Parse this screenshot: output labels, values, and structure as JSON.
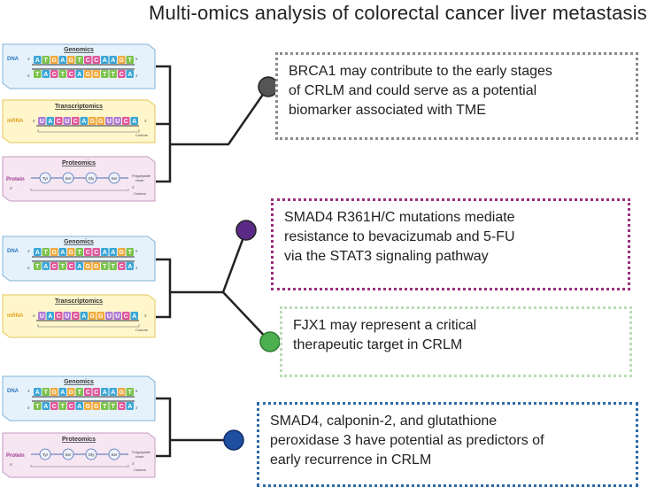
{
  "title": "Multi-omics analysis of colorectal cancer liver metastasis",
  "colors": {
    "genomics_bg": "#e6f2fb",
    "genomics_border": "#7fb3d9",
    "transcriptomics_bg": "#fff6cc",
    "transcriptomics_border": "#e6c65a",
    "proteomics_bg": "#f6e6f2",
    "proteomics_border": "#c69ac0",
    "connector": "#222222",
    "dot_gray": "#555555",
    "dot_purple": "#5b2a86",
    "dot_green": "#4caf50",
    "dot_blue": "#1f4fa0"
  },
  "panels": {
    "genomics": {
      "title": "Genomics",
      "side": "DNA",
      "strand_top": "ATGAGTCCAAGT",
      "strand_bottom": "TACTCAGGTTCA",
      "top_left_end": "3'",
      "top_right_end": "5'",
      "bottom_left_end": "5'",
      "bottom_right_end": "3'"
    },
    "transcriptomics": {
      "title": "Transcriptomics",
      "side": "mRNA",
      "strand": "UACUCAGGUUCA",
      "left_end": "5'",
      "right_end": "3'",
      "sub": "Codons"
    },
    "proteomics": {
      "title": "Proteomics",
      "side": "Protein",
      "residues": [
        "Tyr",
        "Ser",
        "Gly",
        "Ser"
      ],
      "chain_label": "Polypeptide chain",
      "sub": "Codons",
      "left_end": "5'",
      "right_end": "3'"
    }
  },
  "findings": [
    {
      "lines": [
        "BRCA1 may contribute to the early stages",
        "of CRLM and could serve as a potential",
        "biomarker associated with  TME"
      ]
    },
    {
      "lines": [
        "SMAD4 R361H/C mutations mediate",
        "resistance to bevacizumab and 5-FU",
        "via the STAT3 signaling pathway"
      ]
    },
    {
      "lines": [
        "FJX1 may represent a critical",
        "therapeutic target in CRLM"
      ]
    },
    {
      "lines": [
        "SMAD4, calponin-2, and glutathione",
        "peroxidase 3 have potential as predictors of",
        "early recurrence in CRLM"
      ]
    }
  ]
}
